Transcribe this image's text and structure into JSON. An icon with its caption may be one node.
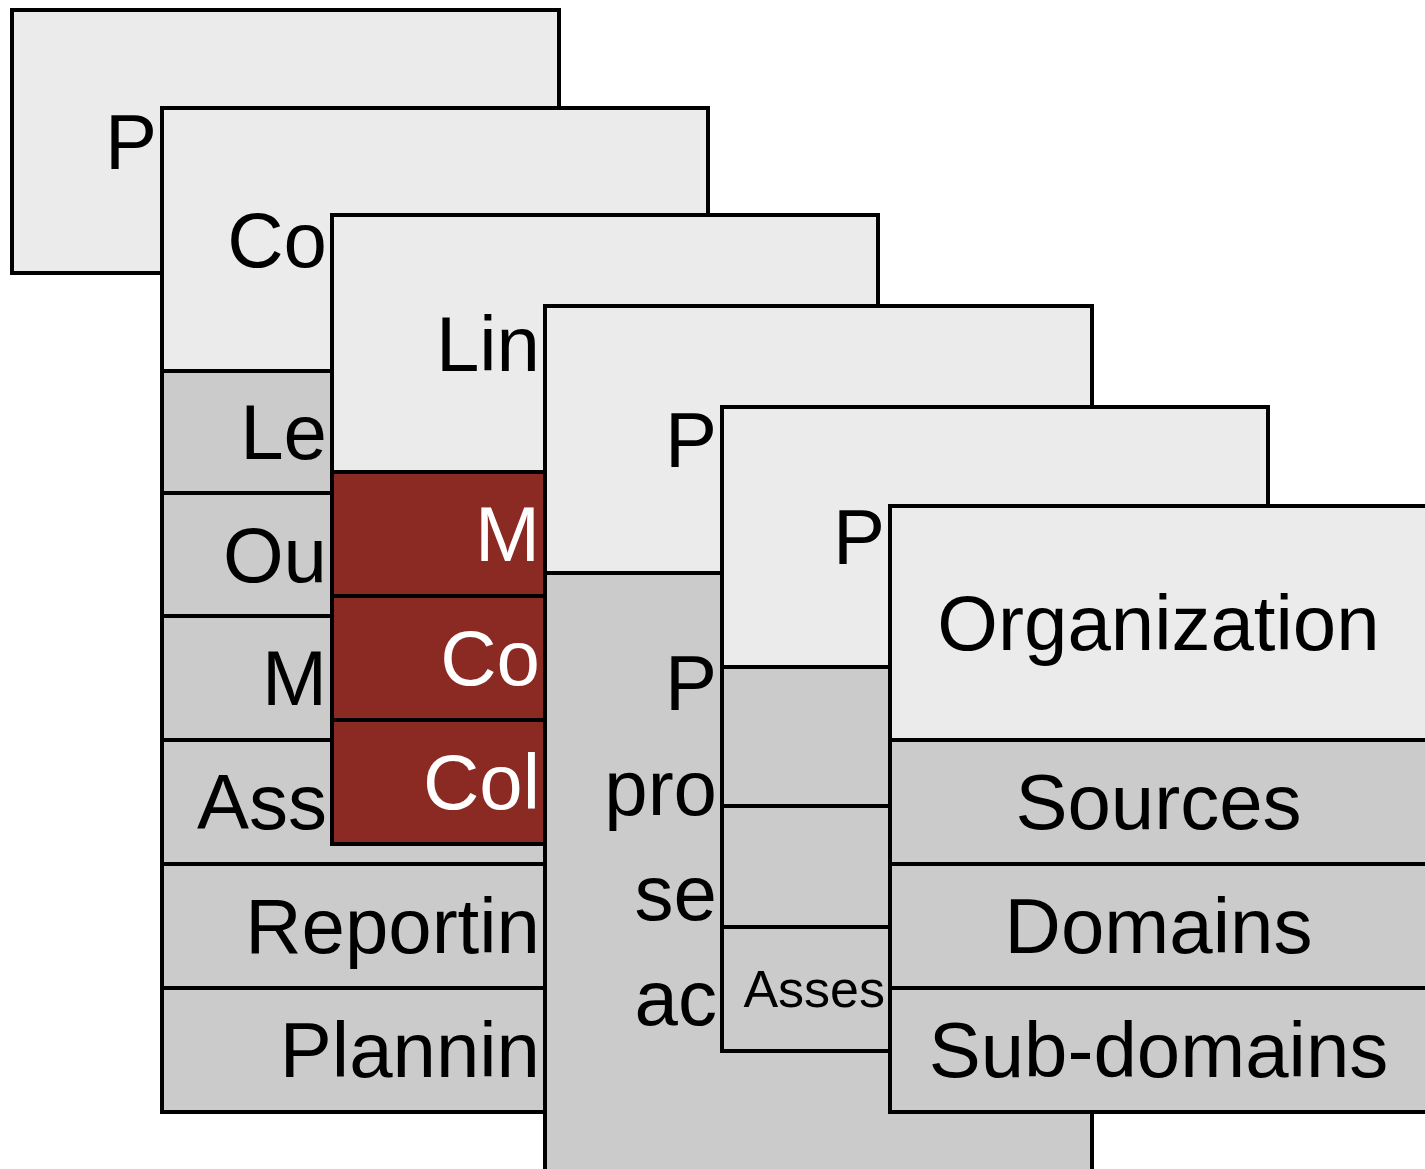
{
  "diagram": {
    "nodes": [
      {
        "text": [
          "P"
        ]
      },
      {
        "text": [
          "Co"
        ]
      },
      {
        "text": [
          "Le"
        ]
      },
      {
        "text": [
          "Ou"
        ]
      },
      {
        "text": [
          "M"
        ]
      },
      {
        "text": [
          "Ass"
        ]
      },
      {
        "text": [
          "Reportin"
        ]
      },
      {
        "text": [
          "Plannin"
        ]
      },
      {
        "text": [
          "Lin"
        ]
      },
      {
        "text": [
          "M"
        ]
      },
      {
        "text": [
          "Co"
        ]
      },
      {
        "text": [
          "Col"
        ]
      },
      {
        "text": [
          "P",
          "P pro se ac"
        ]
      },
      {
        "text": [
          "P"
        ]
      },
      {
        "text": [],
        "shape": "box"
      },
      {
        "text": [],
        "shape": "box"
      },
      {
        "text": [
          "Asses"
        ]
      },
      {
        "text": [
          "Organization"
        ]
      },
      {
        "text": [
          "Sources"
        ]
      },
      {
        "text": [
          "Domains"
        ]
      },
      {
        "text": [
          "Sub-domains"
        ]
      },
      {
        "text": [],
        "shape": "box"
      },
      {
        "text": [],
        "shape": "box"
      },
      {
        "text": [],
        "shape": "box"
      },
      {
        "text": [],
        "shape": "box"
      },
      {
        "text": [],
        "shape": "box"
      },
      {
        "text": [],
        "shape": "box"
      },
      {
        "text": [],
        "shape": "box"
      },
      {
        "text": [],
        "shape": "box"
      }
    ]
  }
}
